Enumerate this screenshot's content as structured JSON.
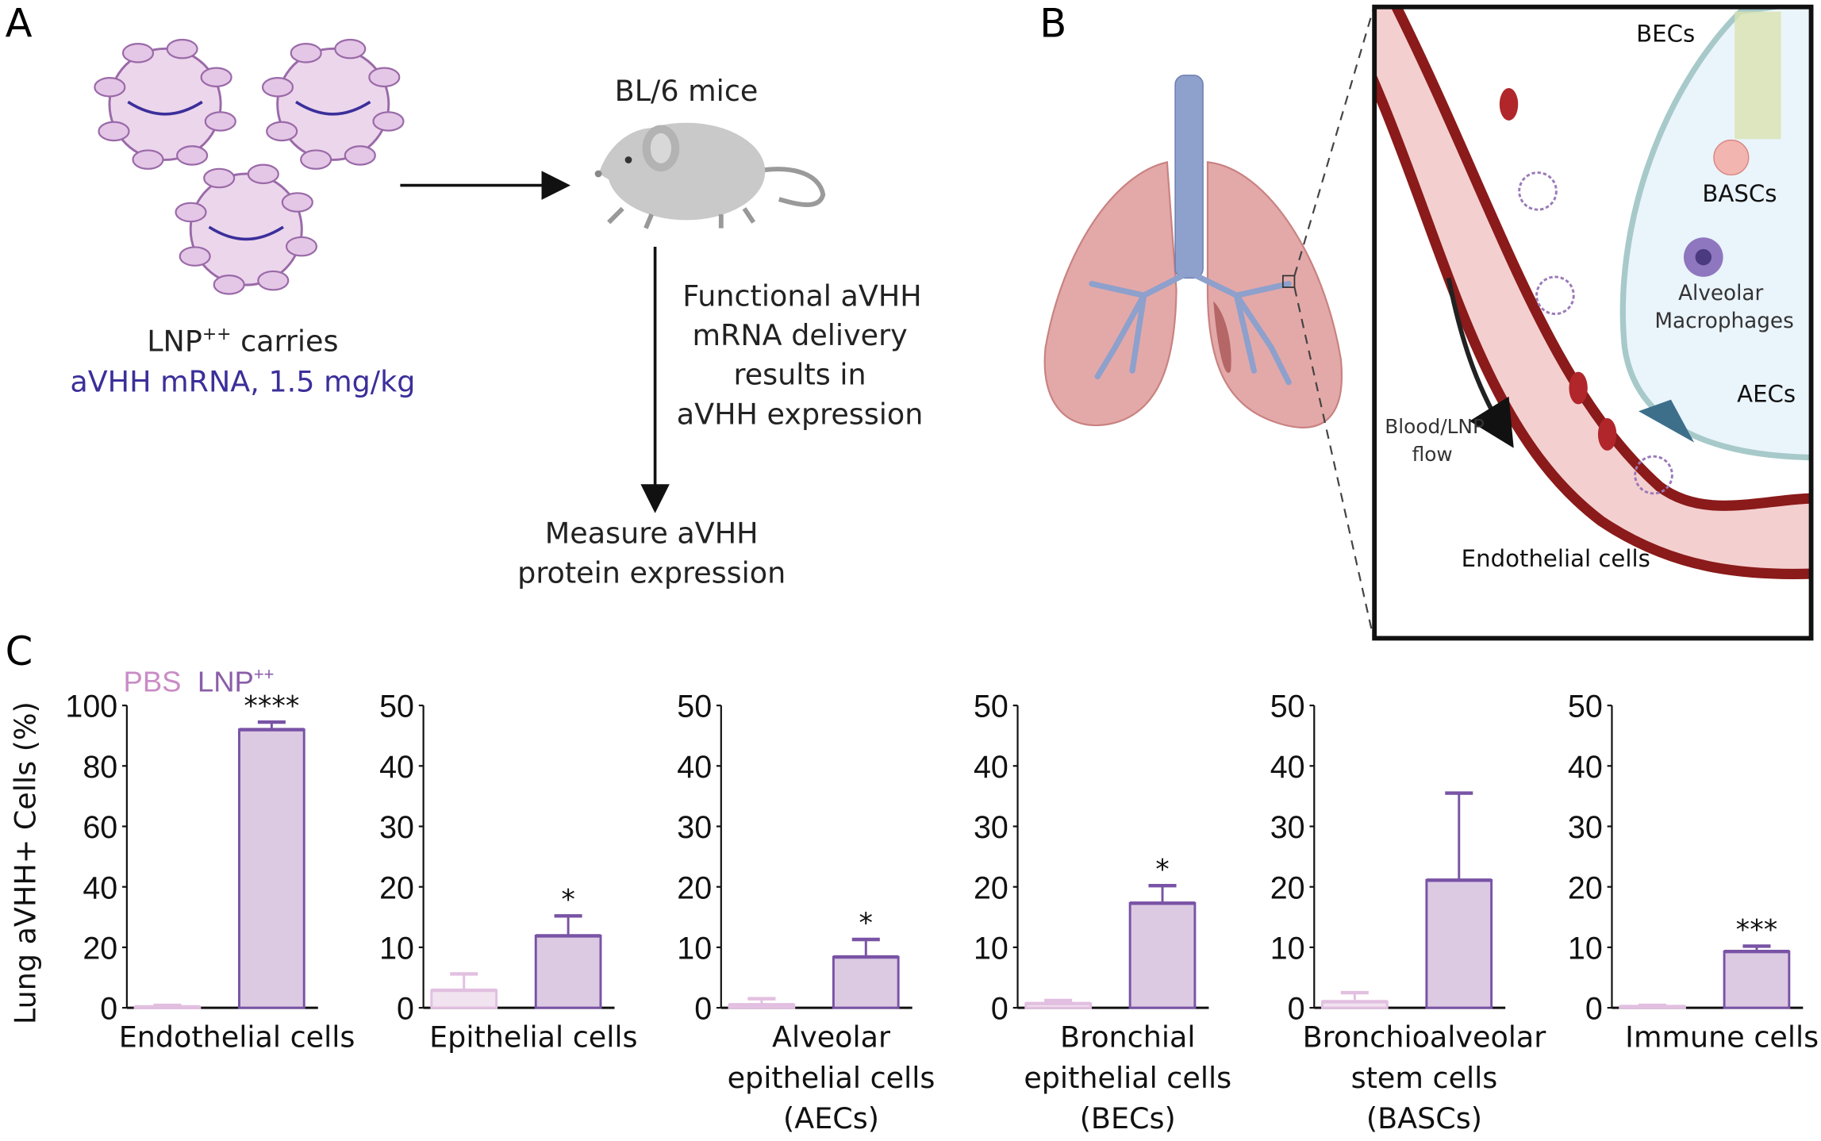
{
  "panel_letters": {
    "a": "A",
    "b": "B",
    "c": "C"
  },
  "panel_a": {
    "mouse_label": "BL/6 mice",
    "lnp_caption_line1": "LNP",
    "lnp_caption_sup": "++",
    "lnp_caption_line1_rest": " carries",
    "lnp_caption_line2": "aVHH mRNA, 1.5 mg/kg",
    "result_lines": [
      "Functional aVHH",
      "mRNA delivery",
      "results in",
      "aVHH expression"
    ],
    "measure_lines": [
      "Measure aVHH",
      "protein expression"
    ],
    "accent_color": "#3b2f9a"
  },
  "panel_b": {
    "labels": {
      "becs": "BECs",
      "bascs": "BASCs",
      "alveolar_line1": "Alveolar",
      "alveolar_line2": "Macrophages",
      "aecs": "AECs",
      "flow_line1": "Blood/LNP",
      "flow_line2": "flow",
      "endothelial": "Endothelial cells"
    }
  },
  "legend": {
    "pbs": "PBS",
    "lnp": "LNP",
    "lnp_sup": "++",
    "pbs_color": "#c98cc6",
    "lnp_color": "#8a5ea8"
  },
  "chart_data": [
    {
      "type": "bar",
      "title": "",
      "ylabel": "Lung aVHH+ Cells (%)",
      "xlabel_lines": [
        "Endothelial cells"
      ],
      "ylim": [
        0,
        100
      ],
      "yticks": [
        "0",
        "20",
        "40",
        "60",
        "80",
        "100"
      ],
      "categories": [
        "PBS",
        "LNP++"
      ],
      "values": [
        0.3,
        92.0
      ],
      "error_upper": [
        0.8,
        94.5
      ],
      "significance": "****"
    },
    {
      "type": "bar",
      "title": "",
      "ylabel": "",
      "xlabel_lines": [
        "Epithelial cells"
      ],
      "ylim": [
        0,
        50
      ],
      "yticks": [
        "0",
        "10",
        "20",
        "30",
        "40",
        "50"
      ],
      "categories": [
        "PBS",
        "LNP++"
      ],
      "values": [
        2.9,
        11.9
      ],
      "error_upper": [
        5.6,
        15.2
      ],
      "significance": "*"
    },
    {
      "type": "bar",
      "title": "",
      "ylabel": "",
      "xlabel_lines": [
        "Alveolar",
        "epithelial cells",
        "(AECs)"
      ],
      "ylim": [
        0,
        50
      ],
      "yticks": [
        "0",
        "10",
        "20",
        "30",
        "40",
        "50"
      ],
      "categories": [
        "PBS",
        "LNP++"
      ],
      "values": [
        0.5,
        8.4
      ],
      "error_upper": [
        1.5,
        11.3
      ],
      "significance": "*"
    },
    {
      "type": "bar",
      "title": "",
      "ylabel": "",
      "xlabel_lines": [
        "Bronchial",
        "epithelial cells",
        "(BECs)"
      ],
      "ylim": [
        0,
        50
      ],
      "yticks": [
        "0",
        "10",
        "20",
        "30",
        "40",
        "50"
      ],
      "categories": [
        "PBS",
        "LNP++"
      ],
      "values": [
        0.7,
        17.3
      ],
      "error_upper": [
        1.2,
        20.2
      ],
      "significance": "*"
    },
    {
      "type": "bar",
      "title": "",
      "ylabel": "",
      "xlabel_lines": [
        "Bronchioalveolar",
        "stem cells",
        "(BASCs)"
      ],
      "ylim": [
        0,
        50
      ],
      "yticks": [
        "0",
        "10",
        "20",
        "30",
        "40",
        "50"
      ],
      "categories": [
        "PBS",
        "LNP++"
      ],
      "values": [
        1.0,
        21.1
      ],
      "error_upper": [
        2.5,
        35.5
      ],
      "significance": ""
    },
    {
      "type": "bar",
      "title": "",
      "ylabel": "",
      "xlabel_lines": [
        "Immune cells"
      ],
      "ylim": [
        0,
        50
      ],
      "yticks": [
        "0",
        "10",
        "20",
        "30",
        "40",
        "50"
      ],
      "categories": [
        "PBS",
        "LNP++"
      ],
      "values": [
        0.2,
        9.3
      ],
      "error_upper": [
        0.4,
        10.2
      ],
      "significance": "***"
    }
  ],
  "colors": {
    "pbs_fill": "#f1e3f0",
    "pbs_stroke": "#e2bfe0",
    "lnp_fill": "#dccae3",
    "lnp_stroke": "#7953a5",
    "vessel": "#8b1a1a",
    "lung": "#e0a4a4",
    "trachea": "#8ea0cc"
  }
}
